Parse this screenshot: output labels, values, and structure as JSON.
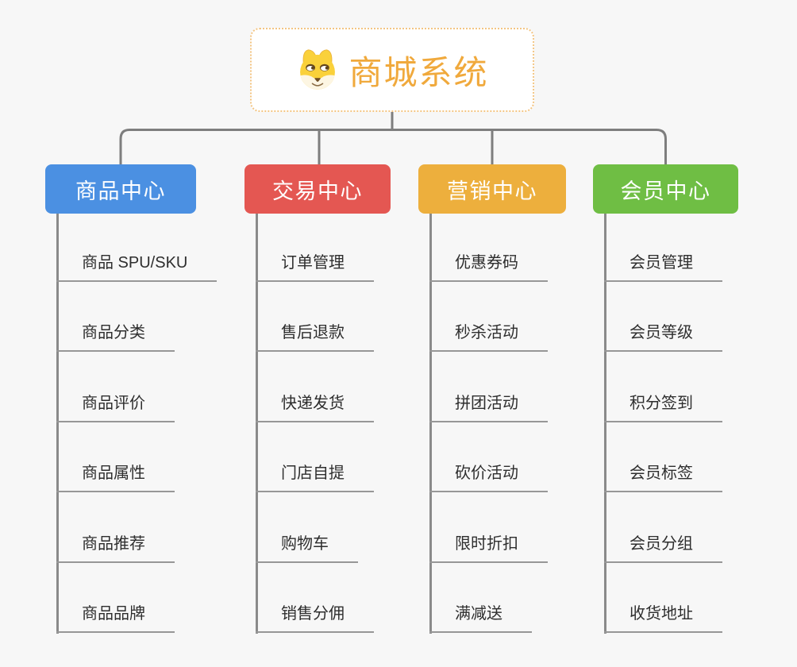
{
  "root": {
    "title": "商城系统",
    "icon": "doge-icon"
  },
  "branches": [
    {
      "label": "商品中心",
      "color": "#4b90e2",
      "items": [
        "商品 SPU/SKU",
        "商品分类",
        "商品评价",
        "商品属性",
        "商品推荐",
        "商品品牌"
      ]
    },
    {
      "label": "交易中心",
      "color": "#e45752",
      "items": [
        "订单管理",
        "售后退款",
        "快递发货",
        "门店自提",
        "购物车",
        "销售分佣"
      ]
    },
    {
      "label": "营销中心",
      "color": "#edaf3d",
      "items": [
        "优惠券码",
        "秒杀活动",
        "拼团活动",
        "砍价活动",
        "限时折扣",
        "满减送"
      ]
    },
    {
      "label": "会员中心",
      "color": "#6fbe44",
      "items": [
        "会员管理",
        "会员等级",
        "积分签到",
        "会员标签",
        "会员分组",
        "收货地址"
      ]
    }
  ],
  "colors": {
    "title": "#f0a93c",
    "root_border": "#f3c583",
    "connector_line": "#7e7e7e",
    "underline": "#979797",
    "item_text": "#2e2e2e",
    "background": "#f7f7f7",
    "doge_yellow": "#fad13b",
    "doge_cream": "#fdf6e3",
    "doge_brown": "#61451d"
  }
}
